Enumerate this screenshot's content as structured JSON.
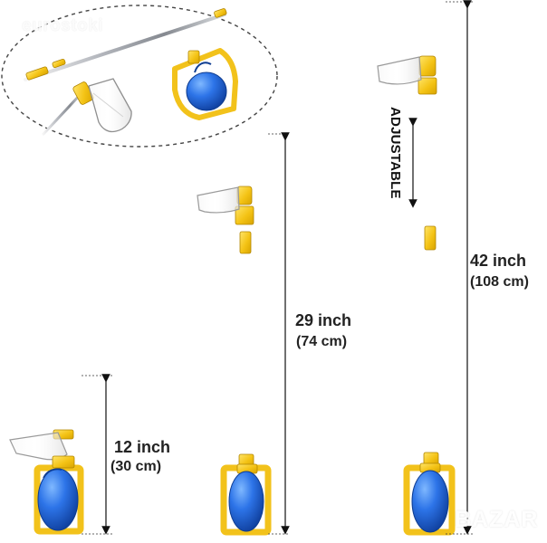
{
  "watermarks": {
    "top": "eurostoki",
    "bottom": "BAZAR"
  },
  "measurements": {
    "small_inch": "12 inch",
    "small_cm": "(30 cm)",
    "medium_inch": "29 inch",
    "medium_cm": "(74 cm)",
    "large_inch": "42 inch",
    "large_cm": "(108 cm)"
  },
  "annotations": {
    "adjustable": "ADJUSTABLE"
  },
  "colors": {
    "yellow": "#f5c518",
    "blue": "#1d63d8",
    "steel": "#b9bcc2",
    "outline": "#444444"
  }
}
